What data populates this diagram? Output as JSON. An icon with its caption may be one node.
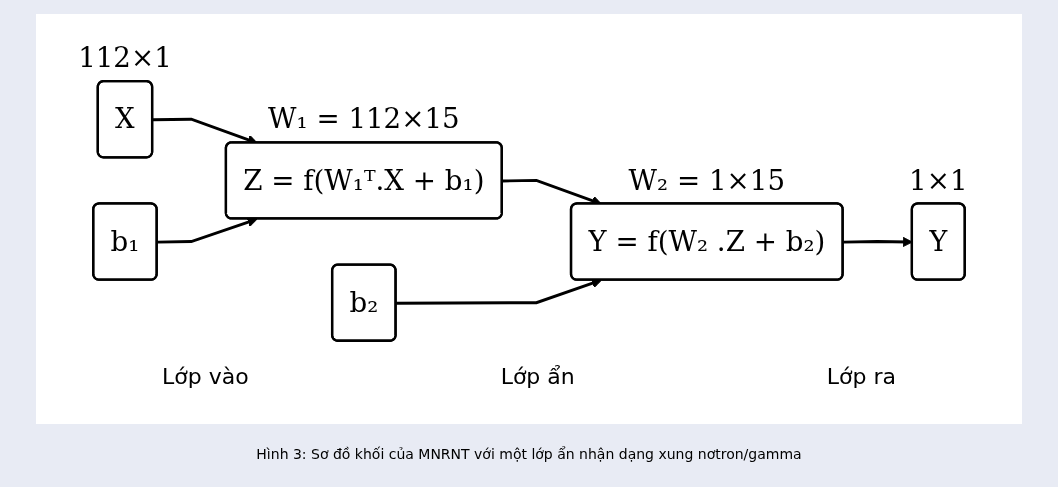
{
  "diagram": {
    "caption": "Hình 3: Sơ đồ khối của MNRNT với một lớp ẩn nhận dạng xung nơtron/gamma",
    "nodes": [
      {
        "text": [
          "X"
        ],
        "beside": [
          "112×1"
        ]
      },
      {
        "text": [
          "Z = f(W₁ᵀ.X + b₁)"
        ],
        "beside": [
          "W₁ = 112×15"
        ]
      },
      {
        "text": [
          "b₁"
        ]
      },
      {
        "text": [
          "Y = f(W₂ .Z + b₂)"
        ],
        "beside": [
          "W₂ = 1×15"
        ]
      },
      {
        "text": [
          "b₂"
        ]
      },
      {
        "text": [
          "Y"
        ],
        "beside": [
          "1×1"
        ]
      }
    ],
    "edges": [
      {
        "from": 0,
        "to": 1,
        "arrow": "to"
      },
      {
        "from": 2,
        "to": 1,
        "arrow": "to"
      },
      {
        "from": 1,
        "to": 3,
        "arrow": "to"
      },
      {
        "from": 4,
        "to": 3,
        "arrow": "to"
      },
      {
        "from": 3,
        "to": 5,
        "arrow": "to"
      }
    ],
    "labels": [
      "Lớp vào",
      "Lớp ẩn",
      "Lớp ra"
    ]
  }
}
